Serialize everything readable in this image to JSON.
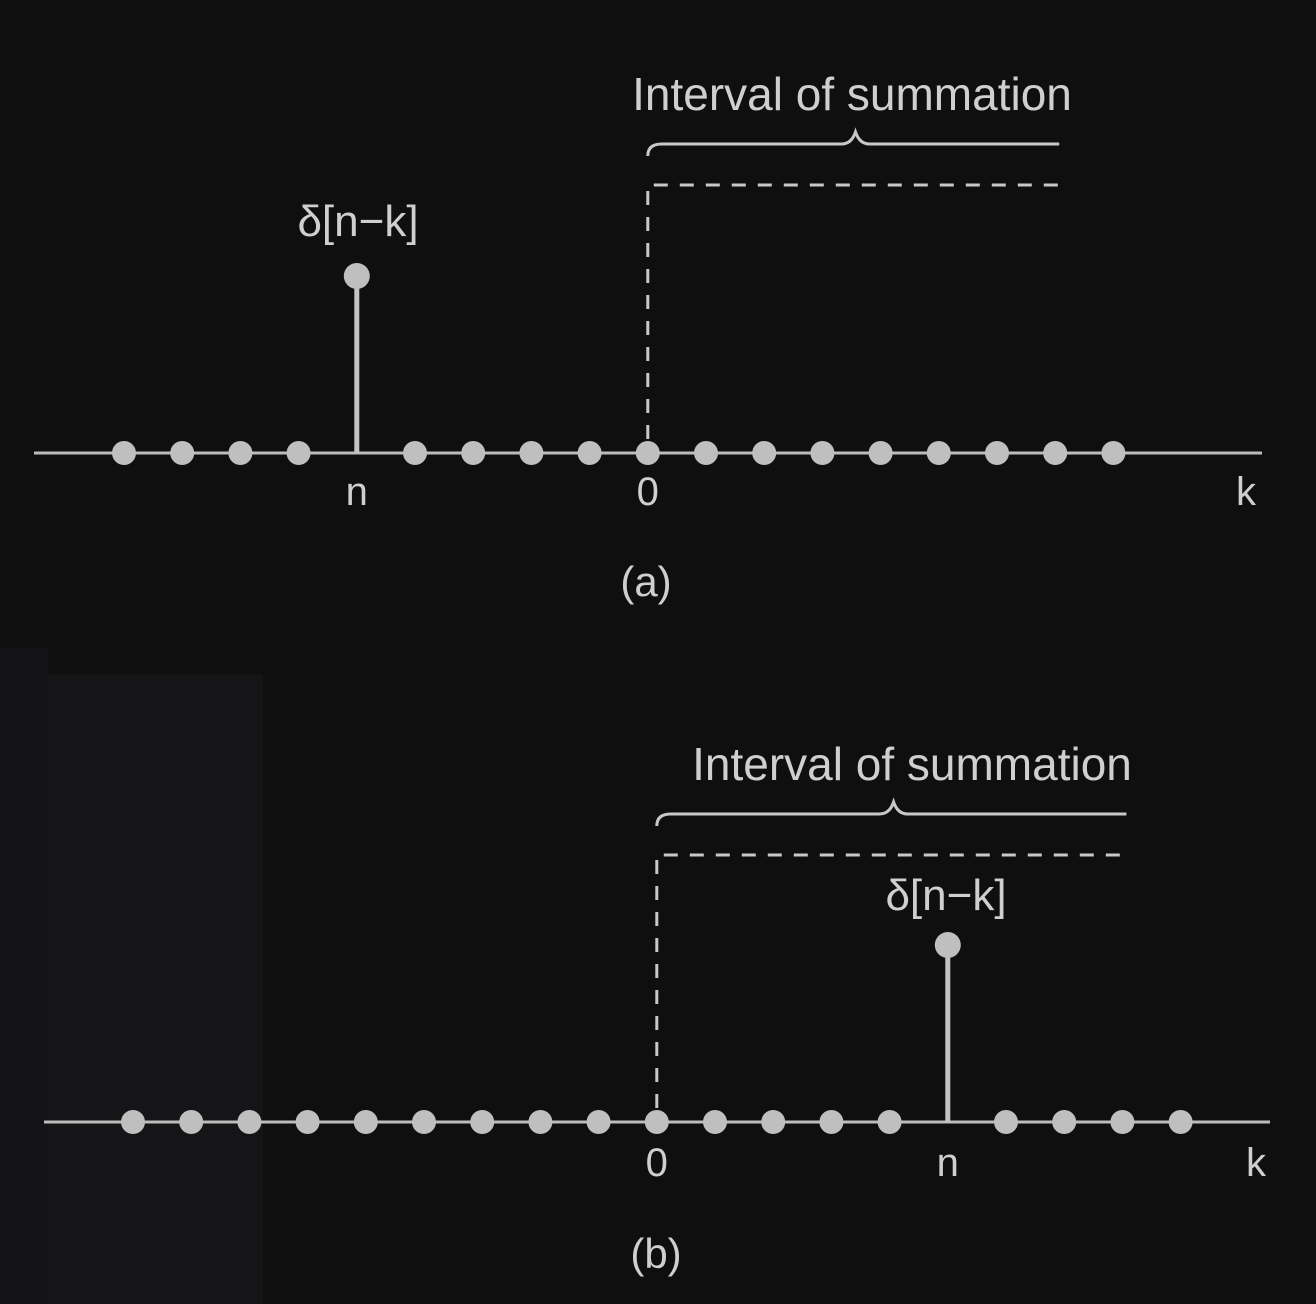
{
  "panels": [
    {
      "id": "a",
      "caption": "(a)",
      "interval_label": "Interval of summation",
      "delta_label": "δ[n−k]",
      "axis_label": "k",
      "tick_labels": [
        {
          "text": "n",
          "index": 4
        },
        {
          "text": "0",
          "index": 9
        }
      ],
      "sample_indices": [
        0,
        1,
        2,
        3,
        5,
        6,
        7,
        8,
        9,
        10,
        11,
        12,
        13,
        14,
        15,
        16,
        17
      ],
      "impulse_index": 4,
      "interval_start_index": 9,
      "interval_end_index": 16
    },
    {
      "id": "b",
      "caption": "(b)",
      "interval_label": "Interval of summation",
      "delta_label": "δ[n−k]",
      "axis_label": "k",
      "tick_labels": [
        {
          "text": "0",
          "index": 9
        },
        {
          "text": "n",
          "index": 14
        }
      ],
      "sample_indices": [
        0,
        1,
        2,
        3,
        4,
        5,
        6,
        7,
        8,
        9,
        10,
        11,
        12,
        13,
        15,
        16,
        17,
        18
      ],
      "impulse_index": 14,
      "interval_start_index": 9,
      "interval_end_index": 17
    }
  ],
  "colors": {
    "background": "#0f0f10",
    "ink": "#c4c4c4"
  }
}
